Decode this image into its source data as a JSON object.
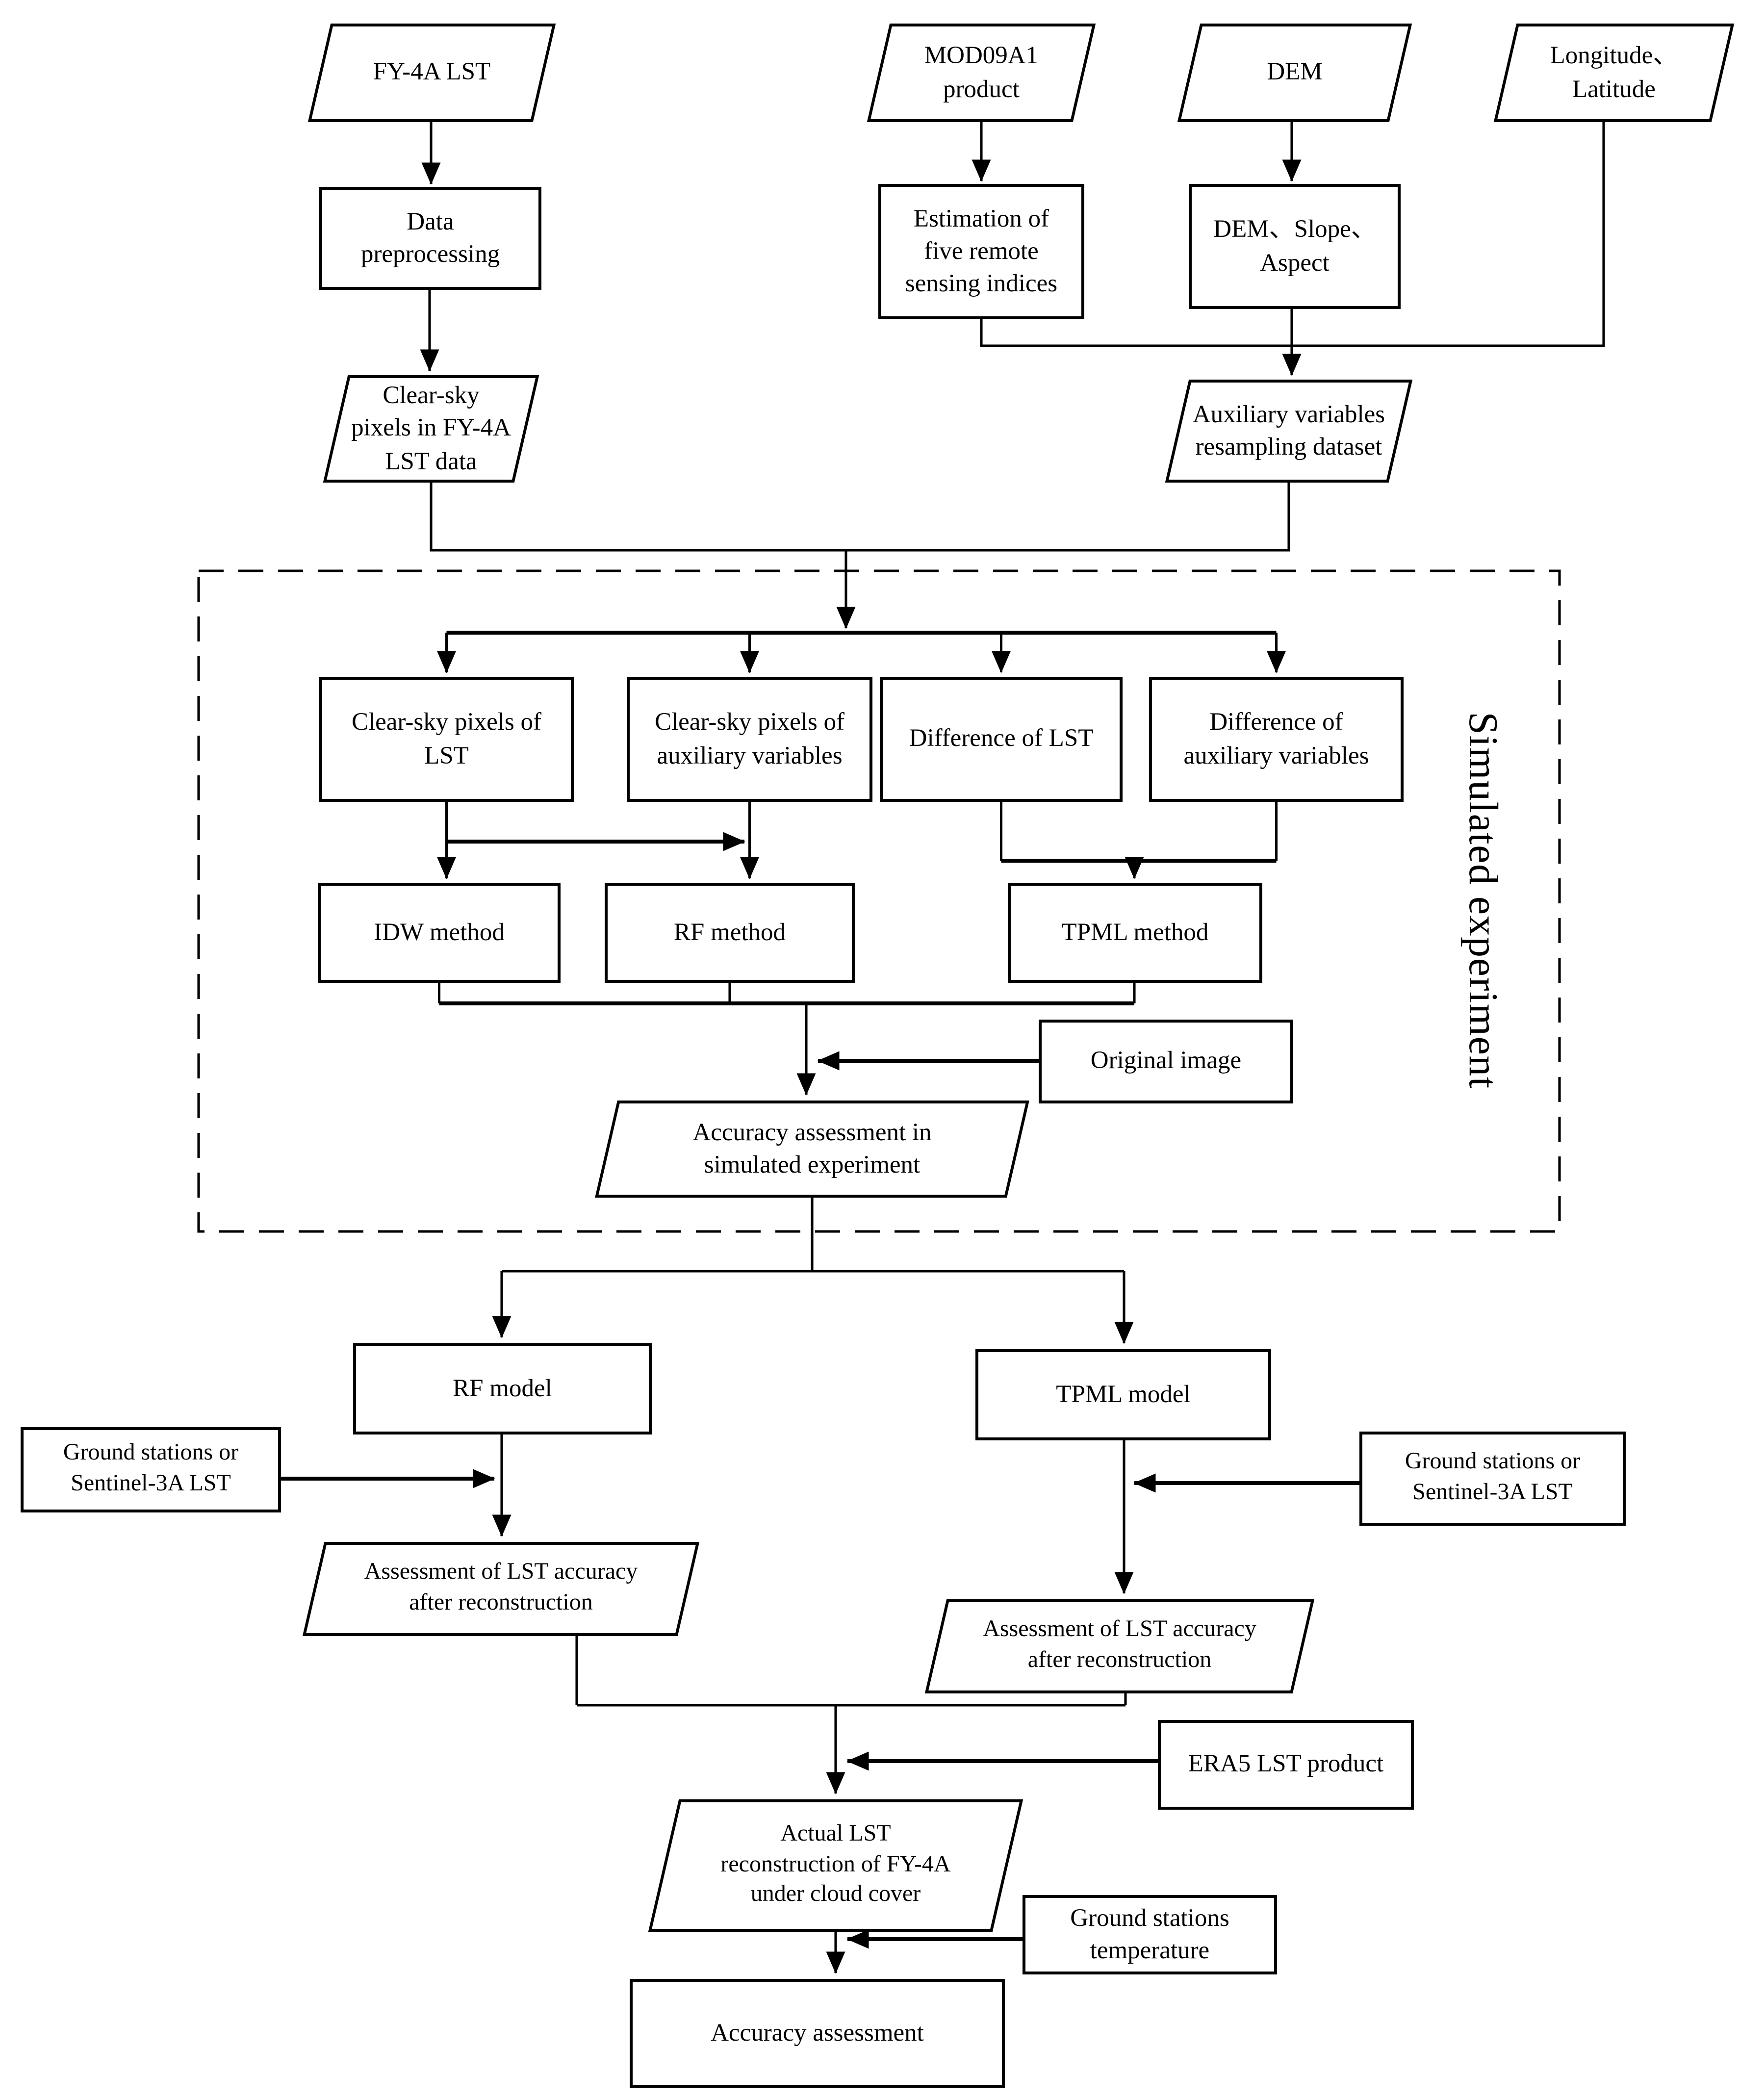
{
  "figure": {
    "type": "flowchart",
    "background_color": "#ffffff",
    "line_color": "#000000",
    "container": {
      "label": "Simulated experiment"
    }
  },
  "nodes": {
    "fy4a_lst": {
      "shape": "parallelogram",
      "label": "FY-4A LST"
    },
    "mod09a1": {
      "shape": "parallelogram",
      "label": "MOD09A1\nproduct"
    },
    "dem": {
      "shape": "parallelogram",
      "label": "DEM"
    },
    "lon_lat": {
      "shape": "parallelogram",
      "label": "Longitude、\nLatitude"
    },
    "data_preprocessing": {
      "shape": "rect",
      "label": "Data\npreprocessing"
    },
    "estimation_indices": {
      "shape": "rect",
      "label": "Estimation of\nfive remote\nsensing indices"
    },
    "dem_slope_aspect": {
      "shape": "rect",
      "label": "DEM、Slope、\nAspect"
    },
    "clear_sky_fy4a": {
      "shape": "parallelogram",
      "label": "Clear-sky\npixels in FY-4A\nLST data"
    },
    "aux_resampling": {
      "shape": "parallelogram",
      "label": "Auxiliary variables\nresampling dataset"
    },
    "clear_sky_lst": {
      "shape": "rect",
      "label": "Clear-sky pixels of\nLST"
    },
    "clear_sky_aux": {
      "shape": "rect",
      "label": "Clear-sky pixels of\nauxiliary variables"
    },
    "diff_lst": {
      "shape": "rect",
      "label": "Difference of LST"
    },
    "diff_aux": {
      "shape": "rect",
      "label": "Difference of\nauxiliary variables"
    },
    "idw_method": {
      "shape": "rect",
      "label": "IDW method"
    },
    "rf_method": {
      "shape": "rect",
      "label": "RF method"
    },
    "tpml_method": {
      "shape": "rect",
      "label": "TPML  method"
    },
    "original_image": {
      "shape": "rect",
      "label": "Original image"
    },
    "accuracy_sim": {
      "shape": "parallelogram",
      "label": "Accuracy assessment in\nsimulated experiment"
    },
    "rf_model": {
      "shape": "rect",
      "label": "RF model"
    },
    "tpml_model": {
      "shape": "rect",
      "label": "TPML model"
    },
    "ground_left": {
      "shape": "rect",
      "label": "Ground stations or\nSentinel-3A LST"
    },
    "ground_right": {
      "shape": "rect",
      "label": "Ground stations or\nSentinel-3A LST"
    },
    "assess_left": {
      "shape": "parallelogram",
      "label": "Assessment of LST accuracy\nafter reconstruction"
    },
    "assess_right": {
      "shape": "parallelogram",
      "label": "Assessment of LST accuracy\nafter reconstruction"
    },
    "era5": {
      "shape": "rect",
      "label": "ERA5 LST product"
    },
    "actual_recon": {
      "shape": "parallelogram",
      "label": "Actual LST\nreconstruction of FY-4A\nunder cloud cover"
    },
    "ground_temp": {
      "shape": "rect",
      "label": "Ground stations\ntemperature"
    },
    "accuracy_final": {
      "shape": "rect",
      "label": "Accuracy assessment"
    }
  }
}
